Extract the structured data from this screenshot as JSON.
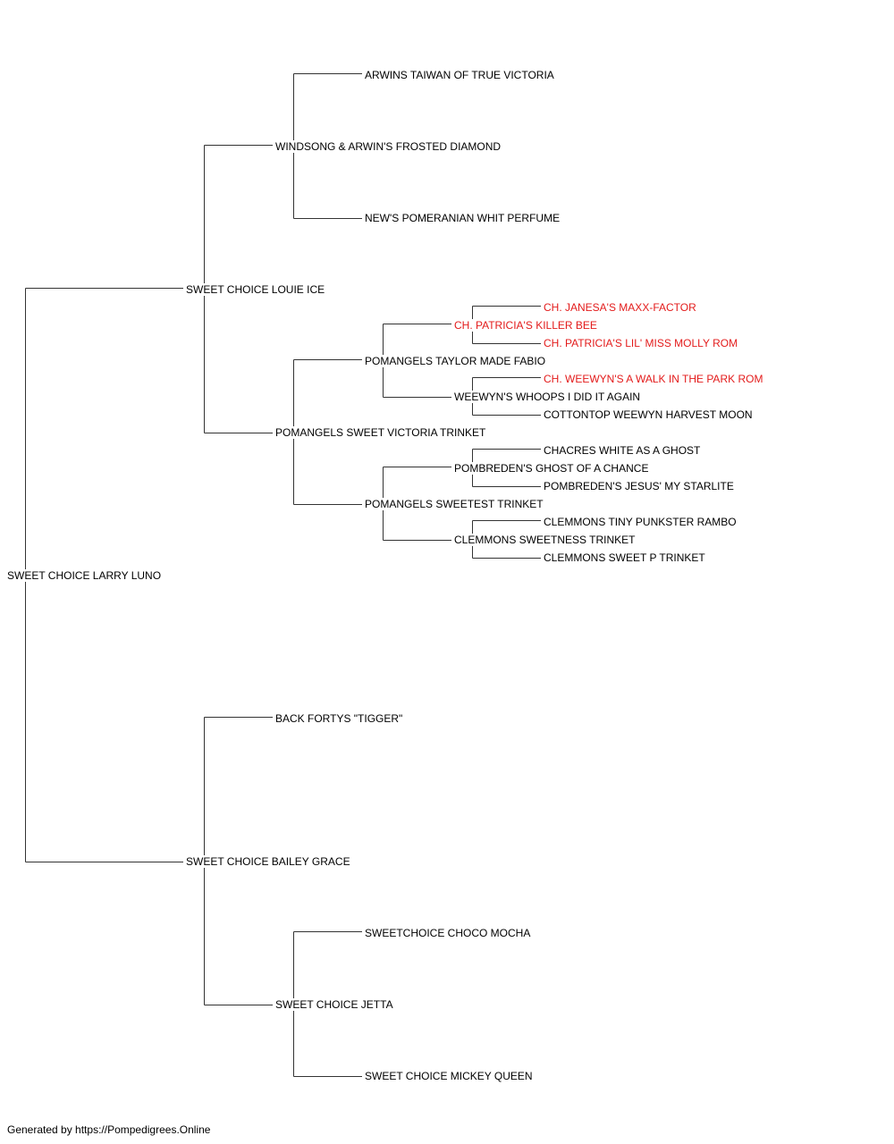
{
  "pedigree": {
    "subject": "SWEET CHOICE LARRY LUNO",
    "sire": "SWEET CHOICE LOUIE ICE",
    "sire_sire": "WINDSONG & ARWIN'S FROSTED DIAMOND",
    "sire_sire_sire": "ARWINS TAIWAN OF TRUE VICTORIA",
    "sire_sire_dam": "NEW'S POMERANIAN WHIT PERFUME",
    "sire_dam": "POMANGELS SWEET VICTORIA TRINKET",
    "sire_dam_sire": "POMANGELS TAYLOR MADE FABIO",
    "sire_dam_sire_sire": "CH. PATRICIA'S KILLER BEE",
    "sire_dam_sire_sire_sire": "CH. JANESA'S MAXX-FACTOR",
    "sire_dam_sire_sire_dam": "CH. PATRICIA'S LIL' MISS MOLLY ROM",
    "sire_dam_sire_dam": "WEEWYN'S WHOOPS I DID IT AGAIN",
    "sire_dam_sire_dam_sire": "CH. WEEWYN'S A WALK IN THE PARK ROM",
    "sire_dam_sire_dam_dam": "COTTONTOP WEEWYN HARVEST MOON",
    "sire_dam_dam": "POMANGELS SWEETEST TRINKET",
    "sire_dam_dam_sire": "POMBREDEN'S GHOST OF A CHANCE",
    "sire_dam_dam_sire_sire": "CHACRES WHITE AS A GHOST",
    "sire_dam_dam_sire_dam": "POMBREDEN'S JESUS' MY STARLITE",
    "sire_dam_dam_dam": "CLEMMONS SWEETNESS TRINKET",
    "sire_dam_dam_dam_sire": "CLEMMONS TINY PUNKSTER RAMBO",
    "sire_dam_dam_dam_dam": "CLEMMONS SWEET P TRINKET",
    "dam": "SWEET CHOICE BAILEY GRACE",
    "dam_sire": "BACK FORTYS \"TIGGER\"",
    "dam_dam": "SWEET CHOICE JETTA",
    "dam_dam_sire": "SWEETCHOICE CHOCO MOCHA",
    "dam_dam_dam": "SWEET CHOICE MICKEY QUEEN"
  },
  "champion_color": "#e31b1b",
  "footer": "Generated by https://Pompedigrees.Online"
}
